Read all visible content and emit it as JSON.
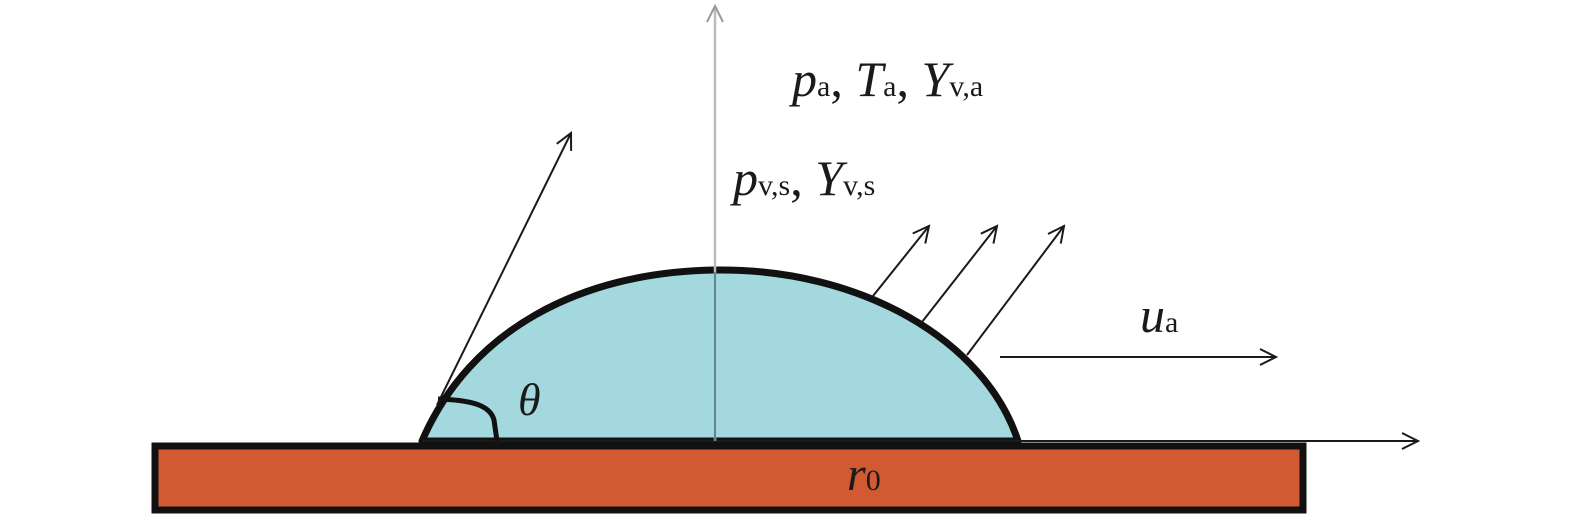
{
  "labels": {
    "ambient": {
      "p_sym": "p",
      "p_sub": "a",
      "sep1": ", ",
      "t_sym": "T",
      "t_sub": "a",
      "sep2": ", ",
      "y_sym": "Y",
      "y_sub": "v,a"
    },
    "surface": {
      "p_sym": "p",
      "p_sub": "v,s",
      "sep1": ", ",
      "y_sym": "Y",
      "y_sub": "v,s"
    },
    "velocity": {
      "sym": "u",
      "sub": "a"
    },
    "angle": {
      "sym": "θ"
    },
    "radius": {
      "sym": "r",
      "sub": "0"
    }
  },
  "colors": {
    "droplet_fill": "#a3d8de",
    "substrate_fill": "#d15a33",
    "outline": "#111111",
    "axis": "#bbbbbb",
    "arrow": "#1a1a1a"
  }
}
